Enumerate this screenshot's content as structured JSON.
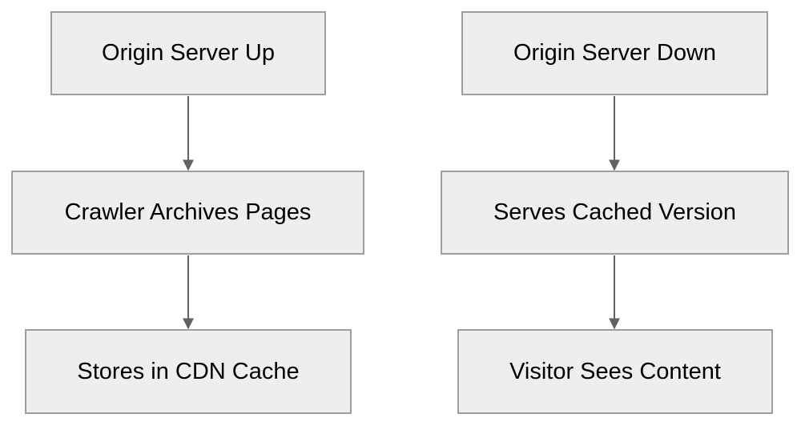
{
  "diagram": {
    "left_flow": {
      "nodes": [
        {
          "label": "Origin Server Up"
        },
        {
          "label": "Crawler Archives Pages"
        },
        {
          "label": "Stores in CDN Cache"
        }
      ]
    },
    "right_flow": {
      "nodes": [
        {
          "label": "Origin Server Down"
        },
        {
          "label": "Serves Cached Version"
        },
        {
          "label": "Visitor Sees Content"
        }
      ]
    },
    "colors": {
      "node_fill": "#eeeeee",
      "node_border": "#9e9e9e",
      "connector": "#616161",
      "text": "#000000"
    }
  }
}
